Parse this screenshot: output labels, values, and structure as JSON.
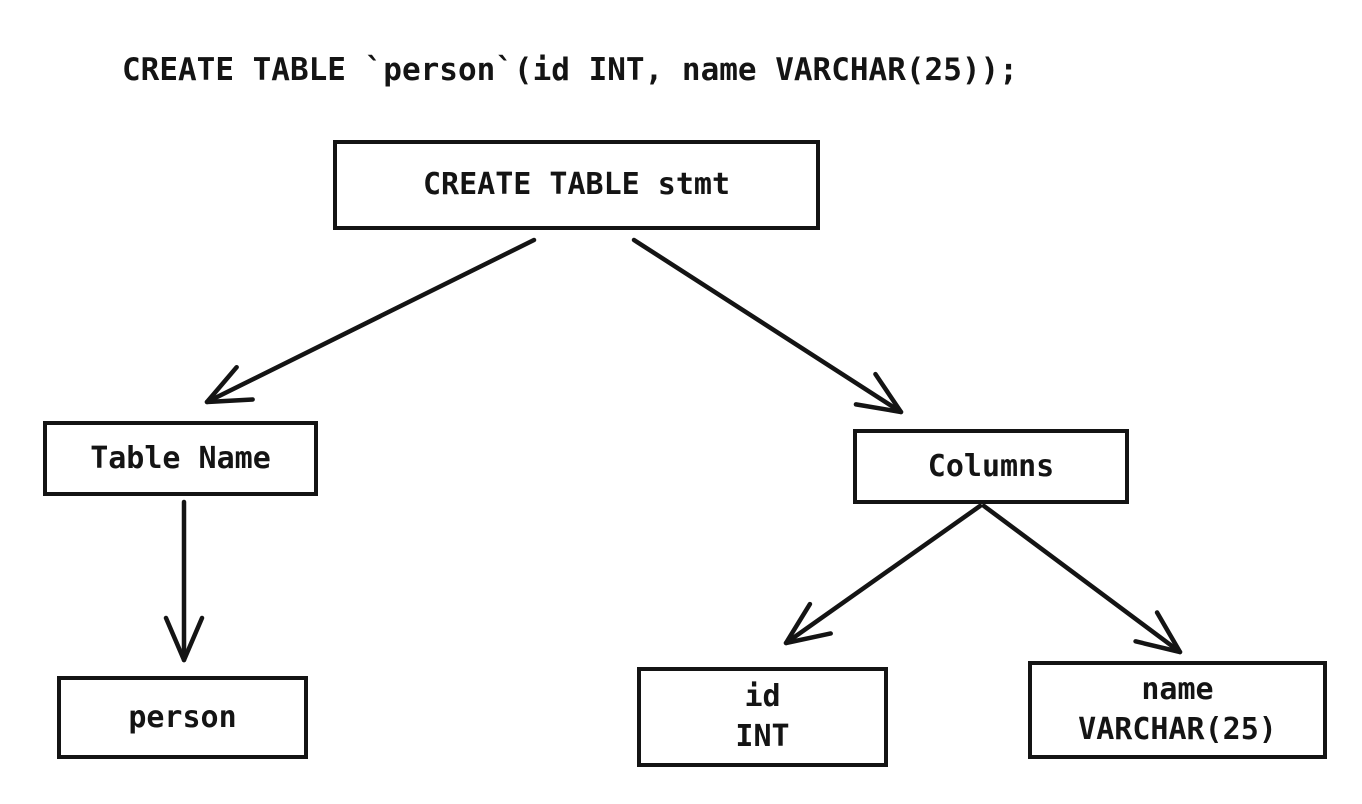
{
  "statement": "CREATE TABLE `person`(id INT, name VARCHAR(25));",
  "colors": {
    "ink": "#141414",
    "background": "#ffffff"
  },
  "nodes": {
    "root": {
      "label": "CREATE TABLE stmt"
    },
    "table_name": {
      "label": "Table Name"
    },
    "person": {
      "label": "person"
    },
    "columns": {
      "label": "Columns"
    },
    "id_col": {
      "lines": [
        "id",
        "INT"
      ]
    },
    "name_col": {
      "lines": [
        "name",
        "VARCHAR(25)"
      ]
    }
  },
  "edges": [
    {
      "from": "CREATE TABLE stmt",
      "to": "Table Name"
    },
    {
      "from": "CREATE TABLE stmt",
      "to": "Columns"
    },
    {
      "from": "Table Name",
      "to": "person"
    },
    {
      "from": "Columns",
      "to": "id INT"
    },
    {
      "from": "Columns",
      "to": "name VARCHAR(25)"
    }
  ]
}
